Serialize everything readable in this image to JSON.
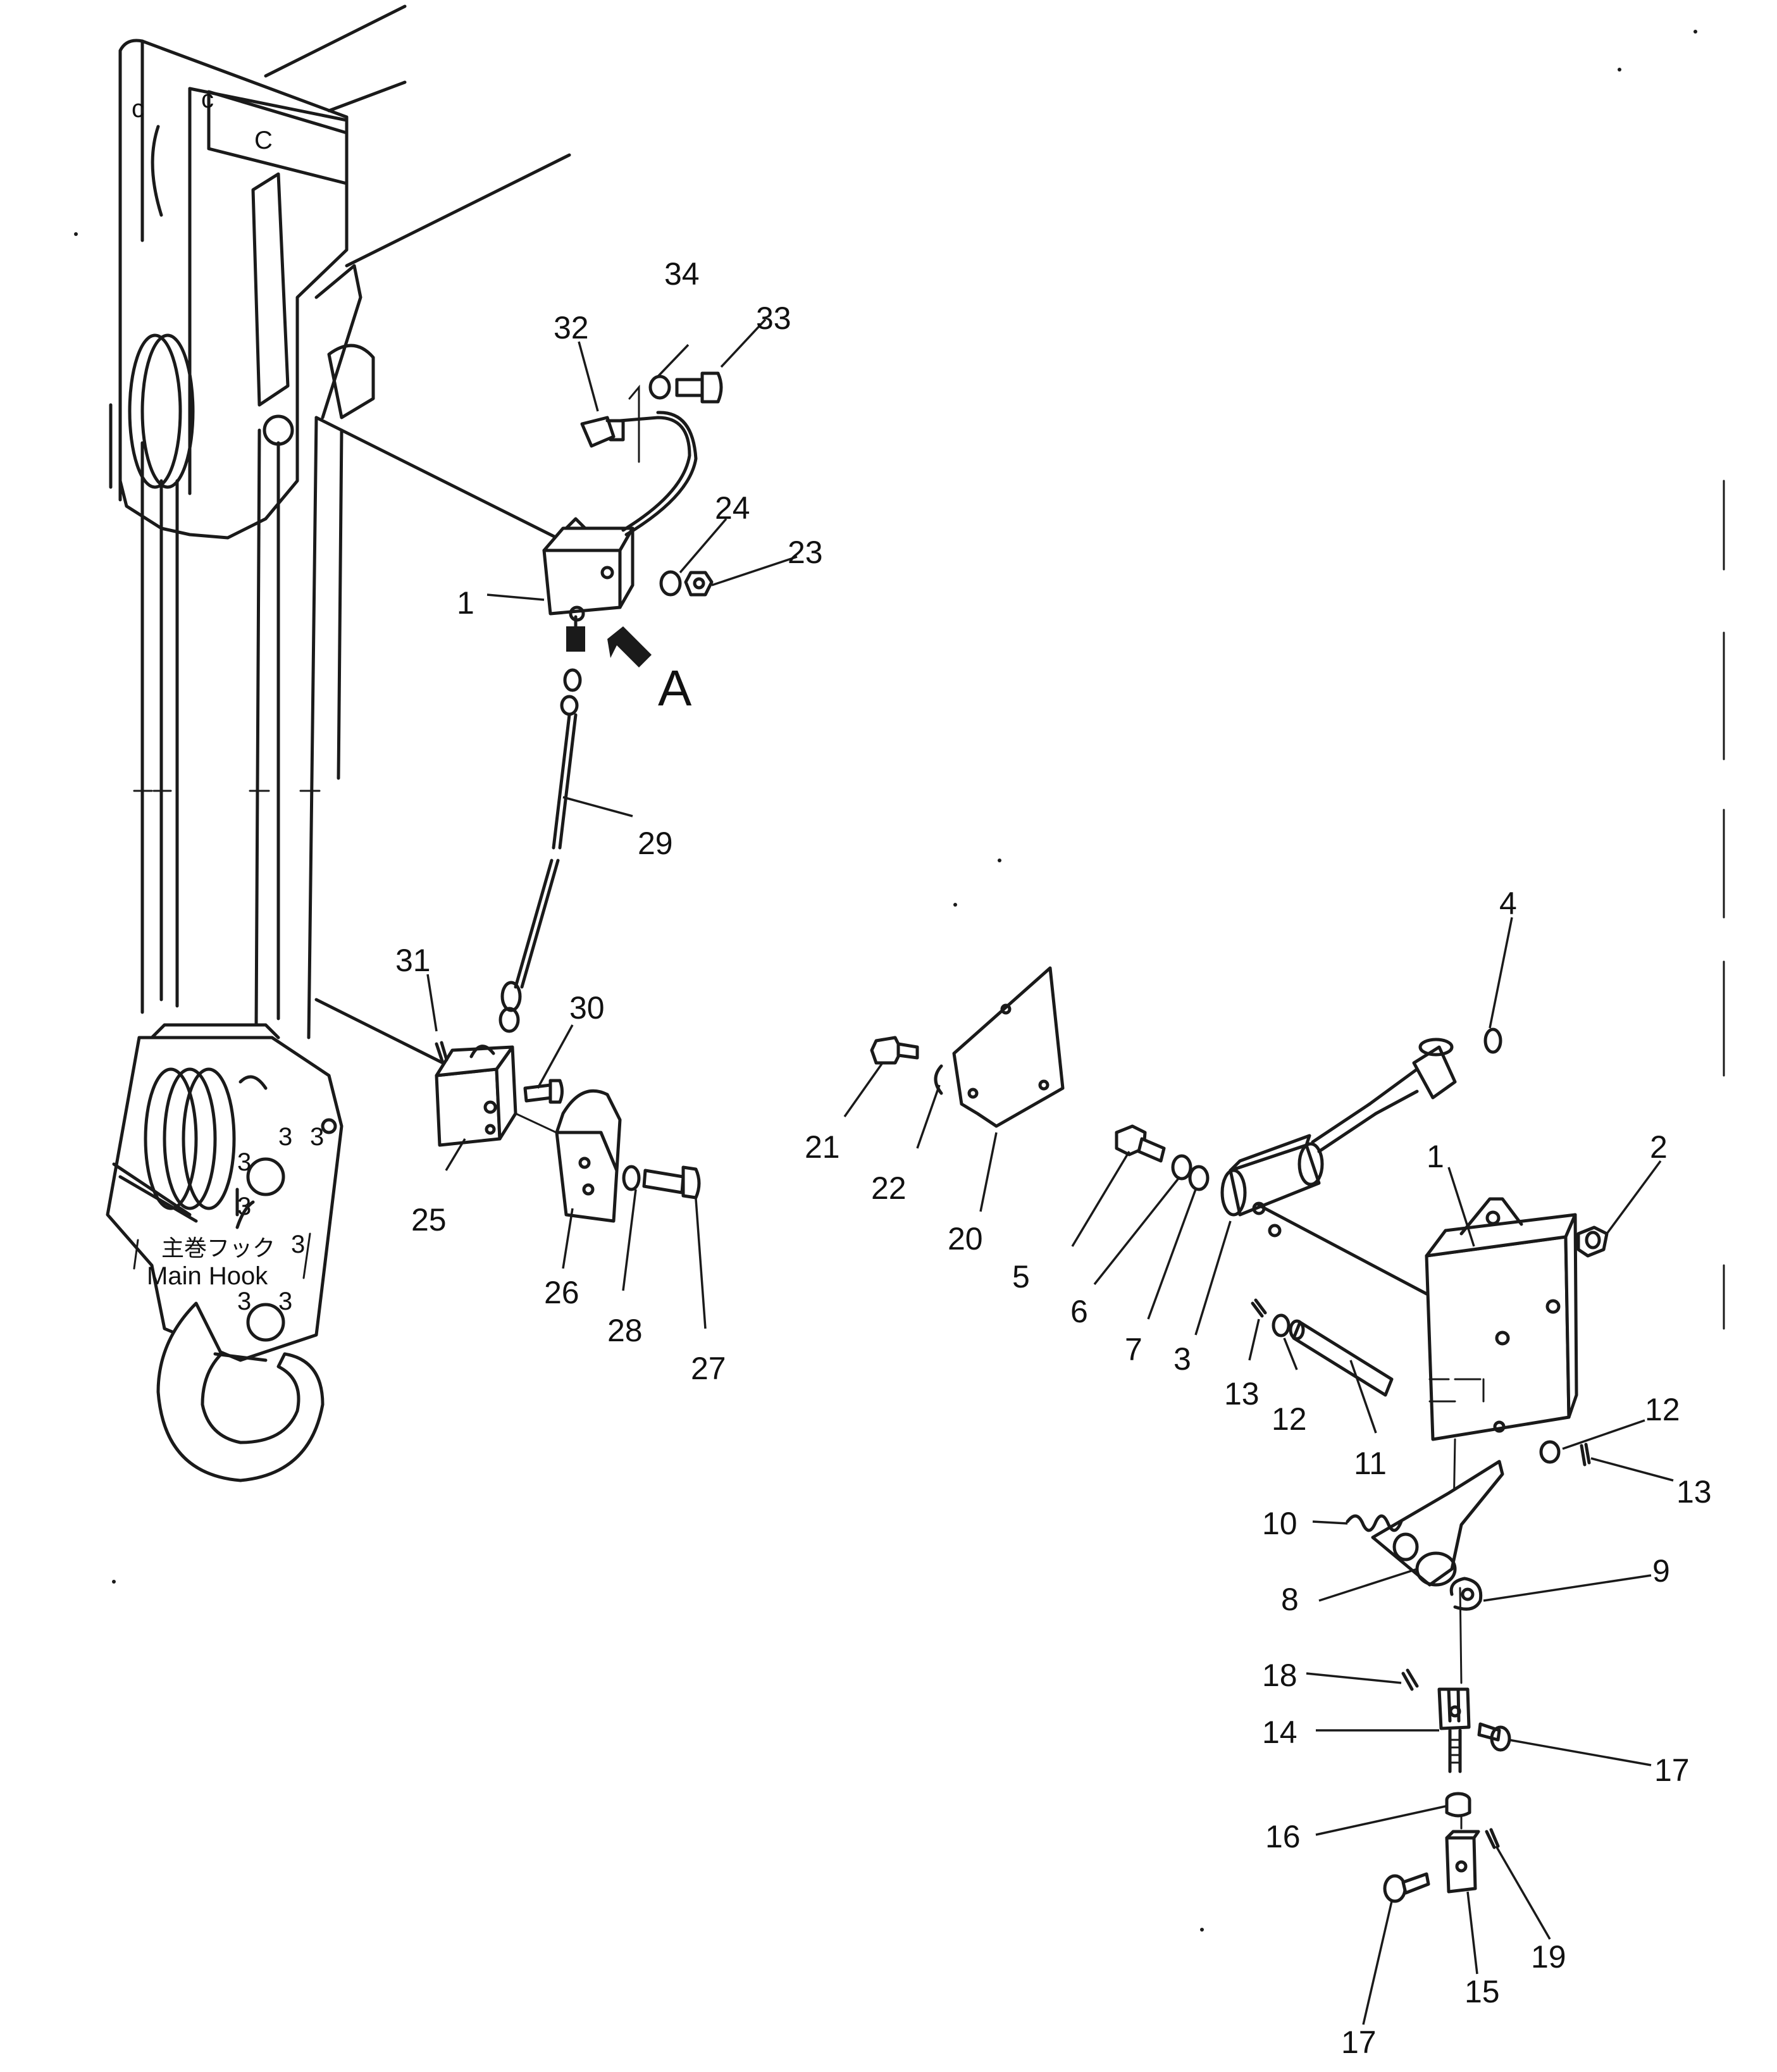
{
  "view_label": "A",
  "hook_label_jp": "主巻フック",
  "hook_label_en": "Main Hook",
  "callouts": [
    "34",
    "33",
    "32",
    "24",
    "23",
    "1",
    "29",
    "31",
    "30",
    "25",
    "26",
    "28",
    "27",
    "4",
    "21",
    "22",
    "20",
    "2",
    "1",
    "5",
    "6",
    "7",
    "3",
    "13",
    "12",
    "11",
    "12",
    "13",
    "10",
    "8",
    "9",
    "18",
    "14",
    "17",
    "16",
    "19",
    "15",
    "17"
  ]
}
